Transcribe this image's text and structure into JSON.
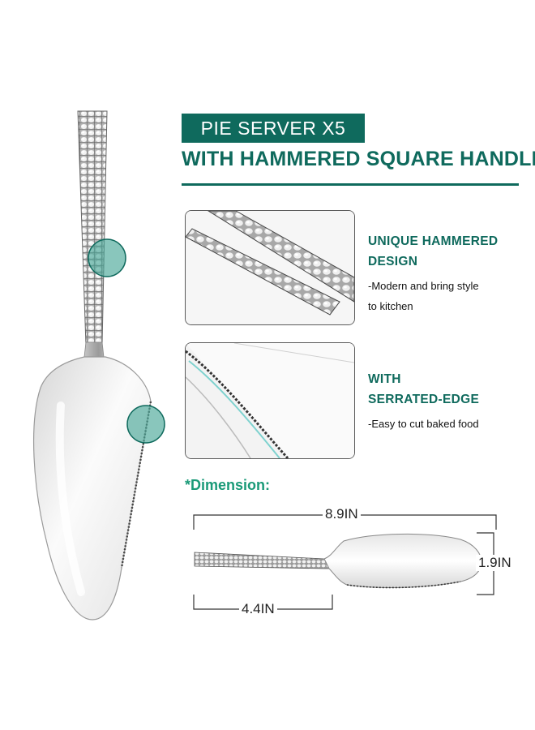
{
  "header": {
    "badge": "PIE SERVER X5",
    "headline": "WITH HAMMERED SQUARE HANDLE"
  },
  "features": [
    {
      "title_line1": "UNIQUE HAMMERED",
      "title_line2": "DESIGN",
      "desc_line1": "-Modern and bring style",
      "desc_line2": "to kitchen"
    },
    {
      "title_line1": "WITH",
      "title_line2": "SERRATED-EDGE",
      "desc_line1": "-Easy to cut baked food"
    }
  ],
  "dimension": {
    "heading": "*Dimension:",
    "total_length": "8.9IN",
    "width": "1.9IN",
    "handle_length": "4.4IN"
  },
  "colors": {
    "brand_green": "#0f6a5d",
    "accent_teal": "#1a9a78",
    "highlight_circle": "#4aa898"
  }
}
